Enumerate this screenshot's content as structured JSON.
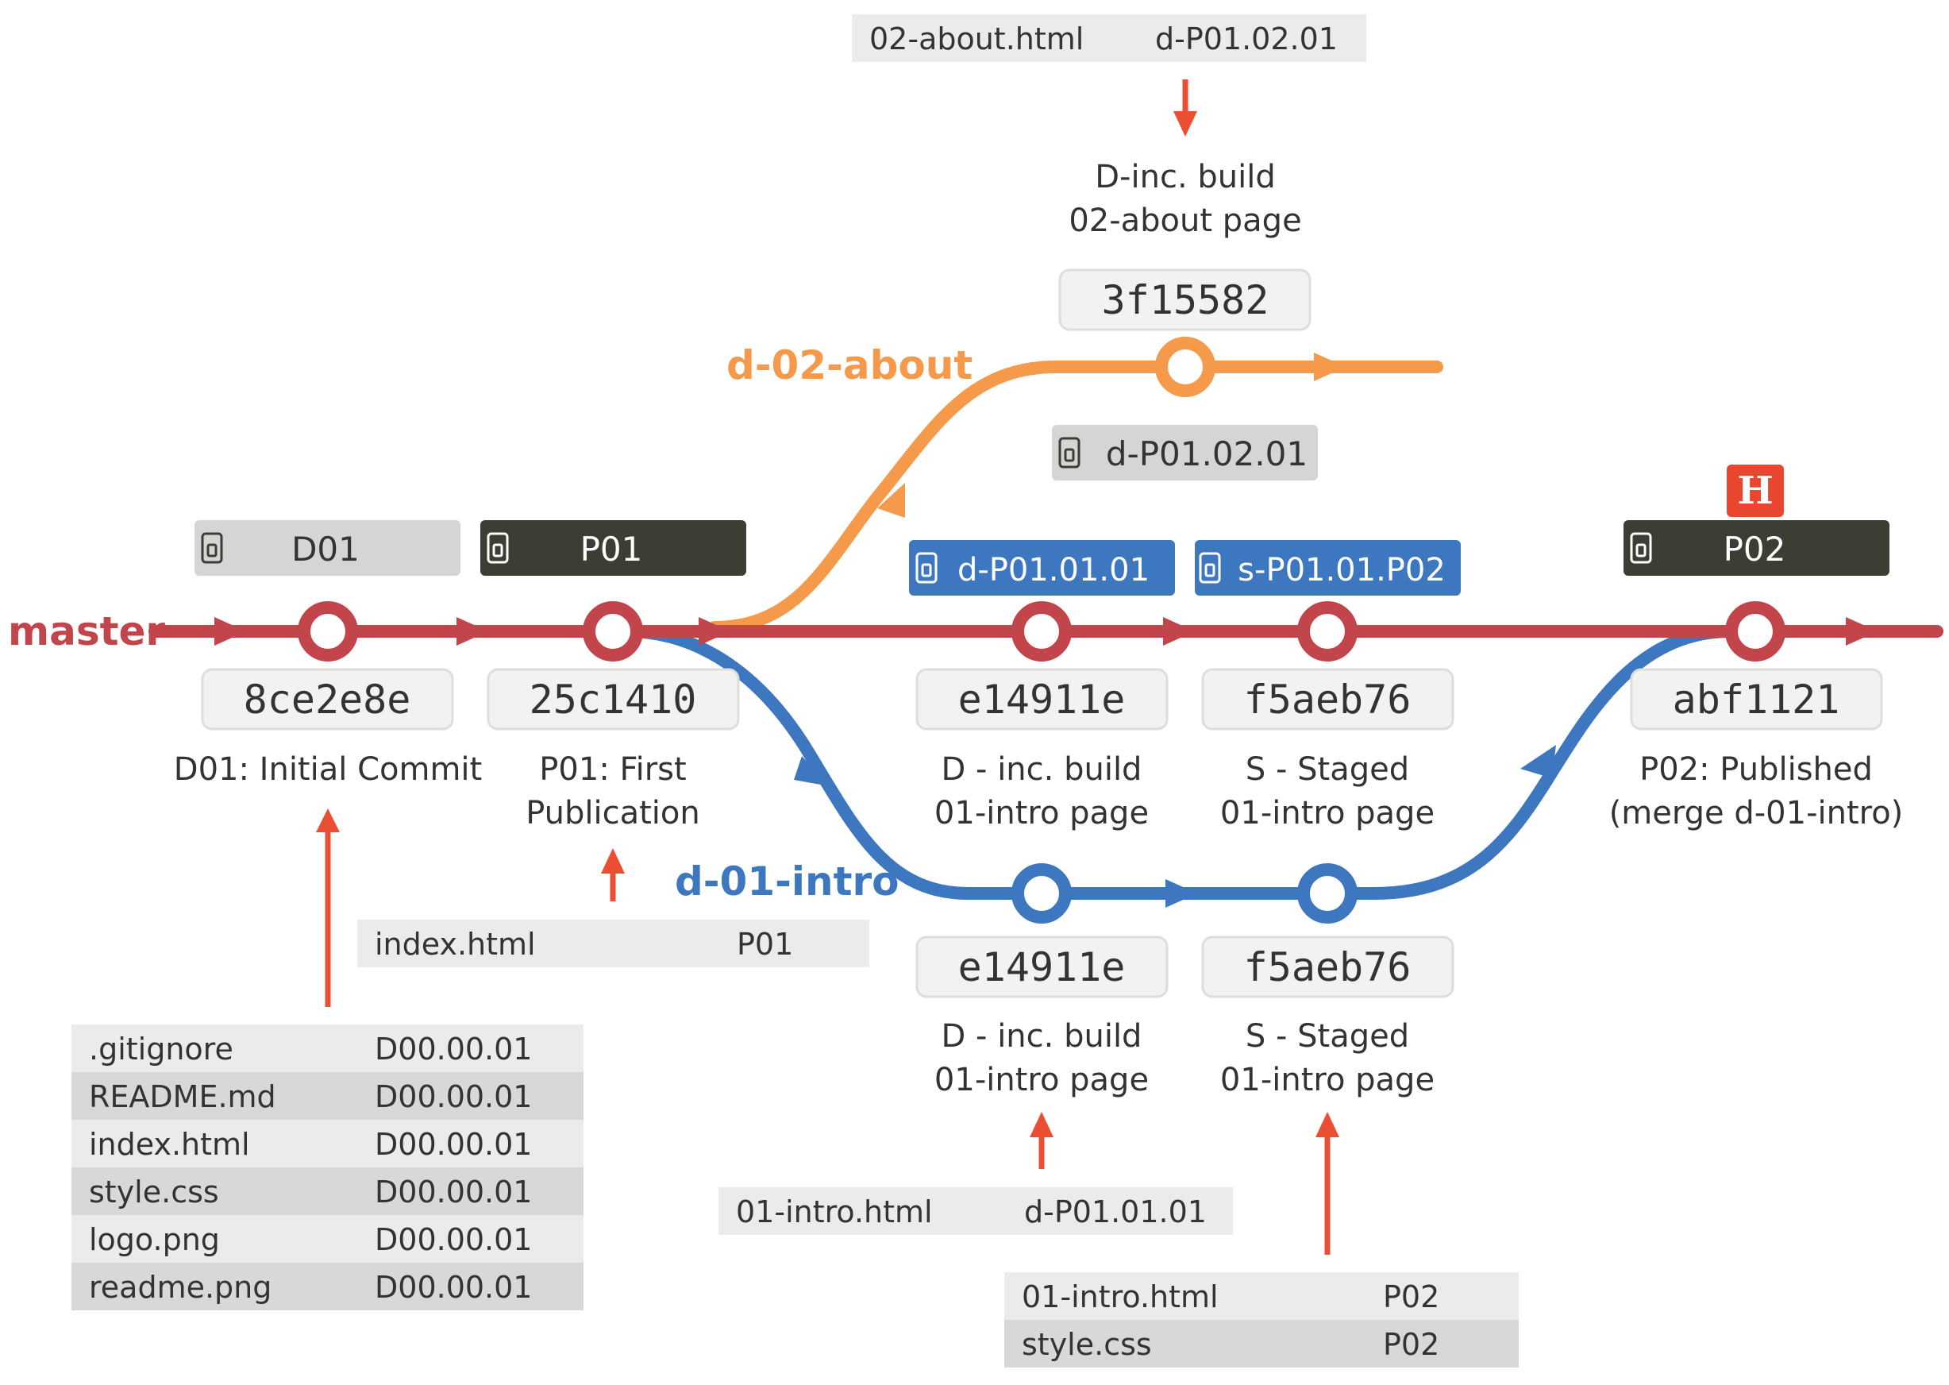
{
  "colors": {
    "master": "#c1454a",
    "d01": "#3d77c0",
    "d02": "#f59a4b",
    "tag_dark": "#3d3d33",
    "tag_light": "#d5d5d5",
    "tag_blue": "#3d77c0",
    "arrow_annot": "#ea4f33",
    "head_badge": "#e8462f",
    "text": "#333333",
    "hash_box": "#f2f2f0",
    "table_a": "#ebebeb",
    "table_b": "#d8d8d8"
  },
  "branches": {
    "master": "master",
    "d01": "d-01-intro",
    "d02": "d-02-about"
  },
  "commits": [
    {
      "hash": "8ce2e8e",
      "desc1": "D01: Initial Commit",
      "desc2": ""
    },
    {
      "hash": "25c1410",
      "desc1": "P01: First",
      "desc2": "Publication"
    },
    {
      "hash": "e14911e",
      "desc1": "D - inc. build",
      "desc2": "01-intro page"
    },
    {
      "hash": "f5aeb76",
      "desc1": "S - Staged",
      "desc2": "01-intro page"
    },
    {
      "hash": "abf1121",
      "desc1": "P02: Published",
      "desc2": "(merge d-01-intro)"
    },
    {
      "hash": "e14911e",
      "desc1": "D - inc. build",
      "desc2": "01-intro page"
    },
    {
      "hash": "f5aeb76",
      "desc1": "S - Staged",
      "desc2": "01-intro page"
    },
    {
      "hash": "3f15582",
      "desc1": "D-inc. build",
      "desc2": "02-about page"
    }
  ],
  "tags": {
    "d01": "D01",
    "p01": "P01",
    "dp010101": "d-P01.01.01",
    "sp0101p02": "s-P01.01.P02",
    "p02": "P02",
    "dp010201": "d-P01.02.01"
  },
  "head": "H",
  "file_tables": {
    "initial": [
      {
        "file": ".gitignore",
        "version": "D00.00.01"
      },
      {
        "file": "README.md",
        "version": "D00.00.01"
      },
      {
        "file": "index.html",
        "version": "D00.00.01"
      },
      {
        "file": "style.css",
        "version": "D00.00.01"
      },
      {
        "file": "logo.png",
        "version": "D00.00.01"
      },
      {
        "file": "readme.png",
        "version": "D00.00.01"
      }
    ],
    "p01": [
      {
        "file": "index.html",
        "version": "P01"
      }
    ],
    "intro_dev": [
      {
        "file": "01-intro.html",
        "version": "d-P01.01.01"
      }
    ],
    "intro_staged": [
      {
        "file": "01-intro.html",
        "version": "P02"
      },
      {
        "file": "style.css",
        "version": "P02"
      }
    ],
    "about_dev": [
      {
        "file": "02-about.html",
        "version": "d-P01.02.01"
      }
    ]
  }
}
